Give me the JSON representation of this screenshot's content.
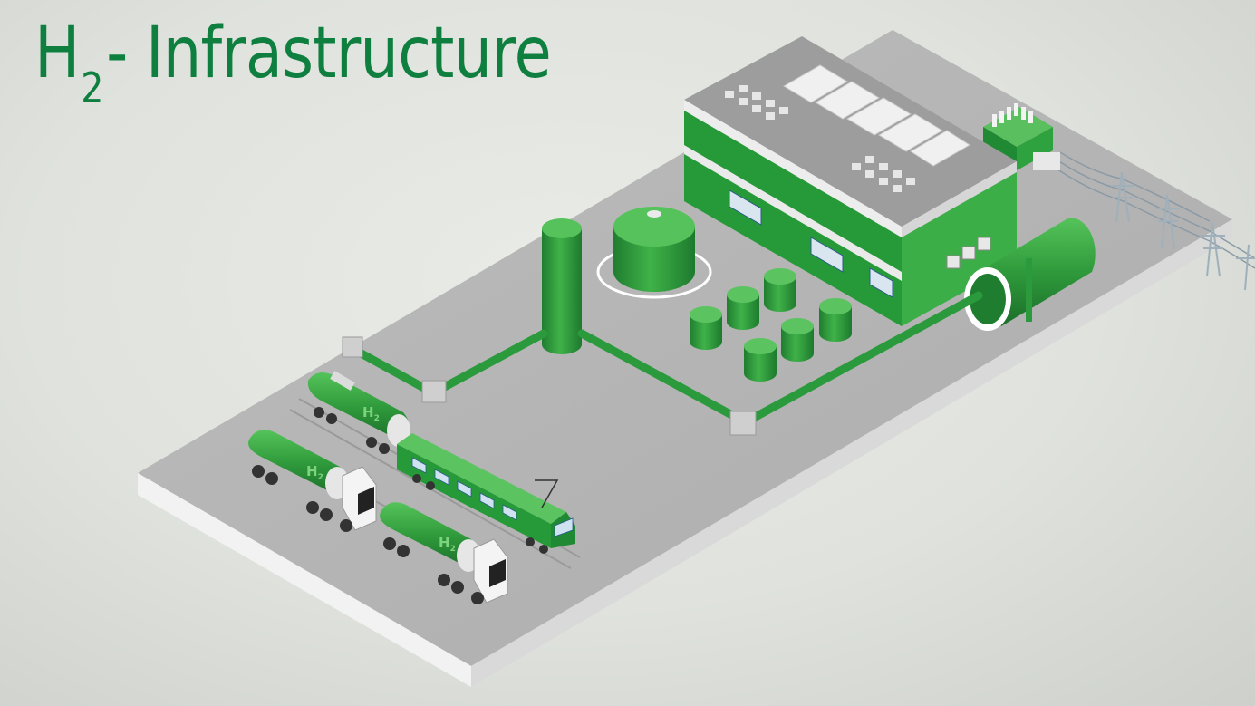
{
  "title": {
    "prefix": "H",
    "subscript": "2",
    "main": "- Infrastructure"
  },
  "labels": {
    "h2_mark": "H",
    "h2_sub": "2"
  },
  "colors": {
    "brand_green": "#0e7f3f",
    "equipment_green": "#2a9a3c",
    "equipment_light": "#4cb84f",
    "platform_top": "#b6b6b6",
    "platform_side": "#ececec"
  }
}
